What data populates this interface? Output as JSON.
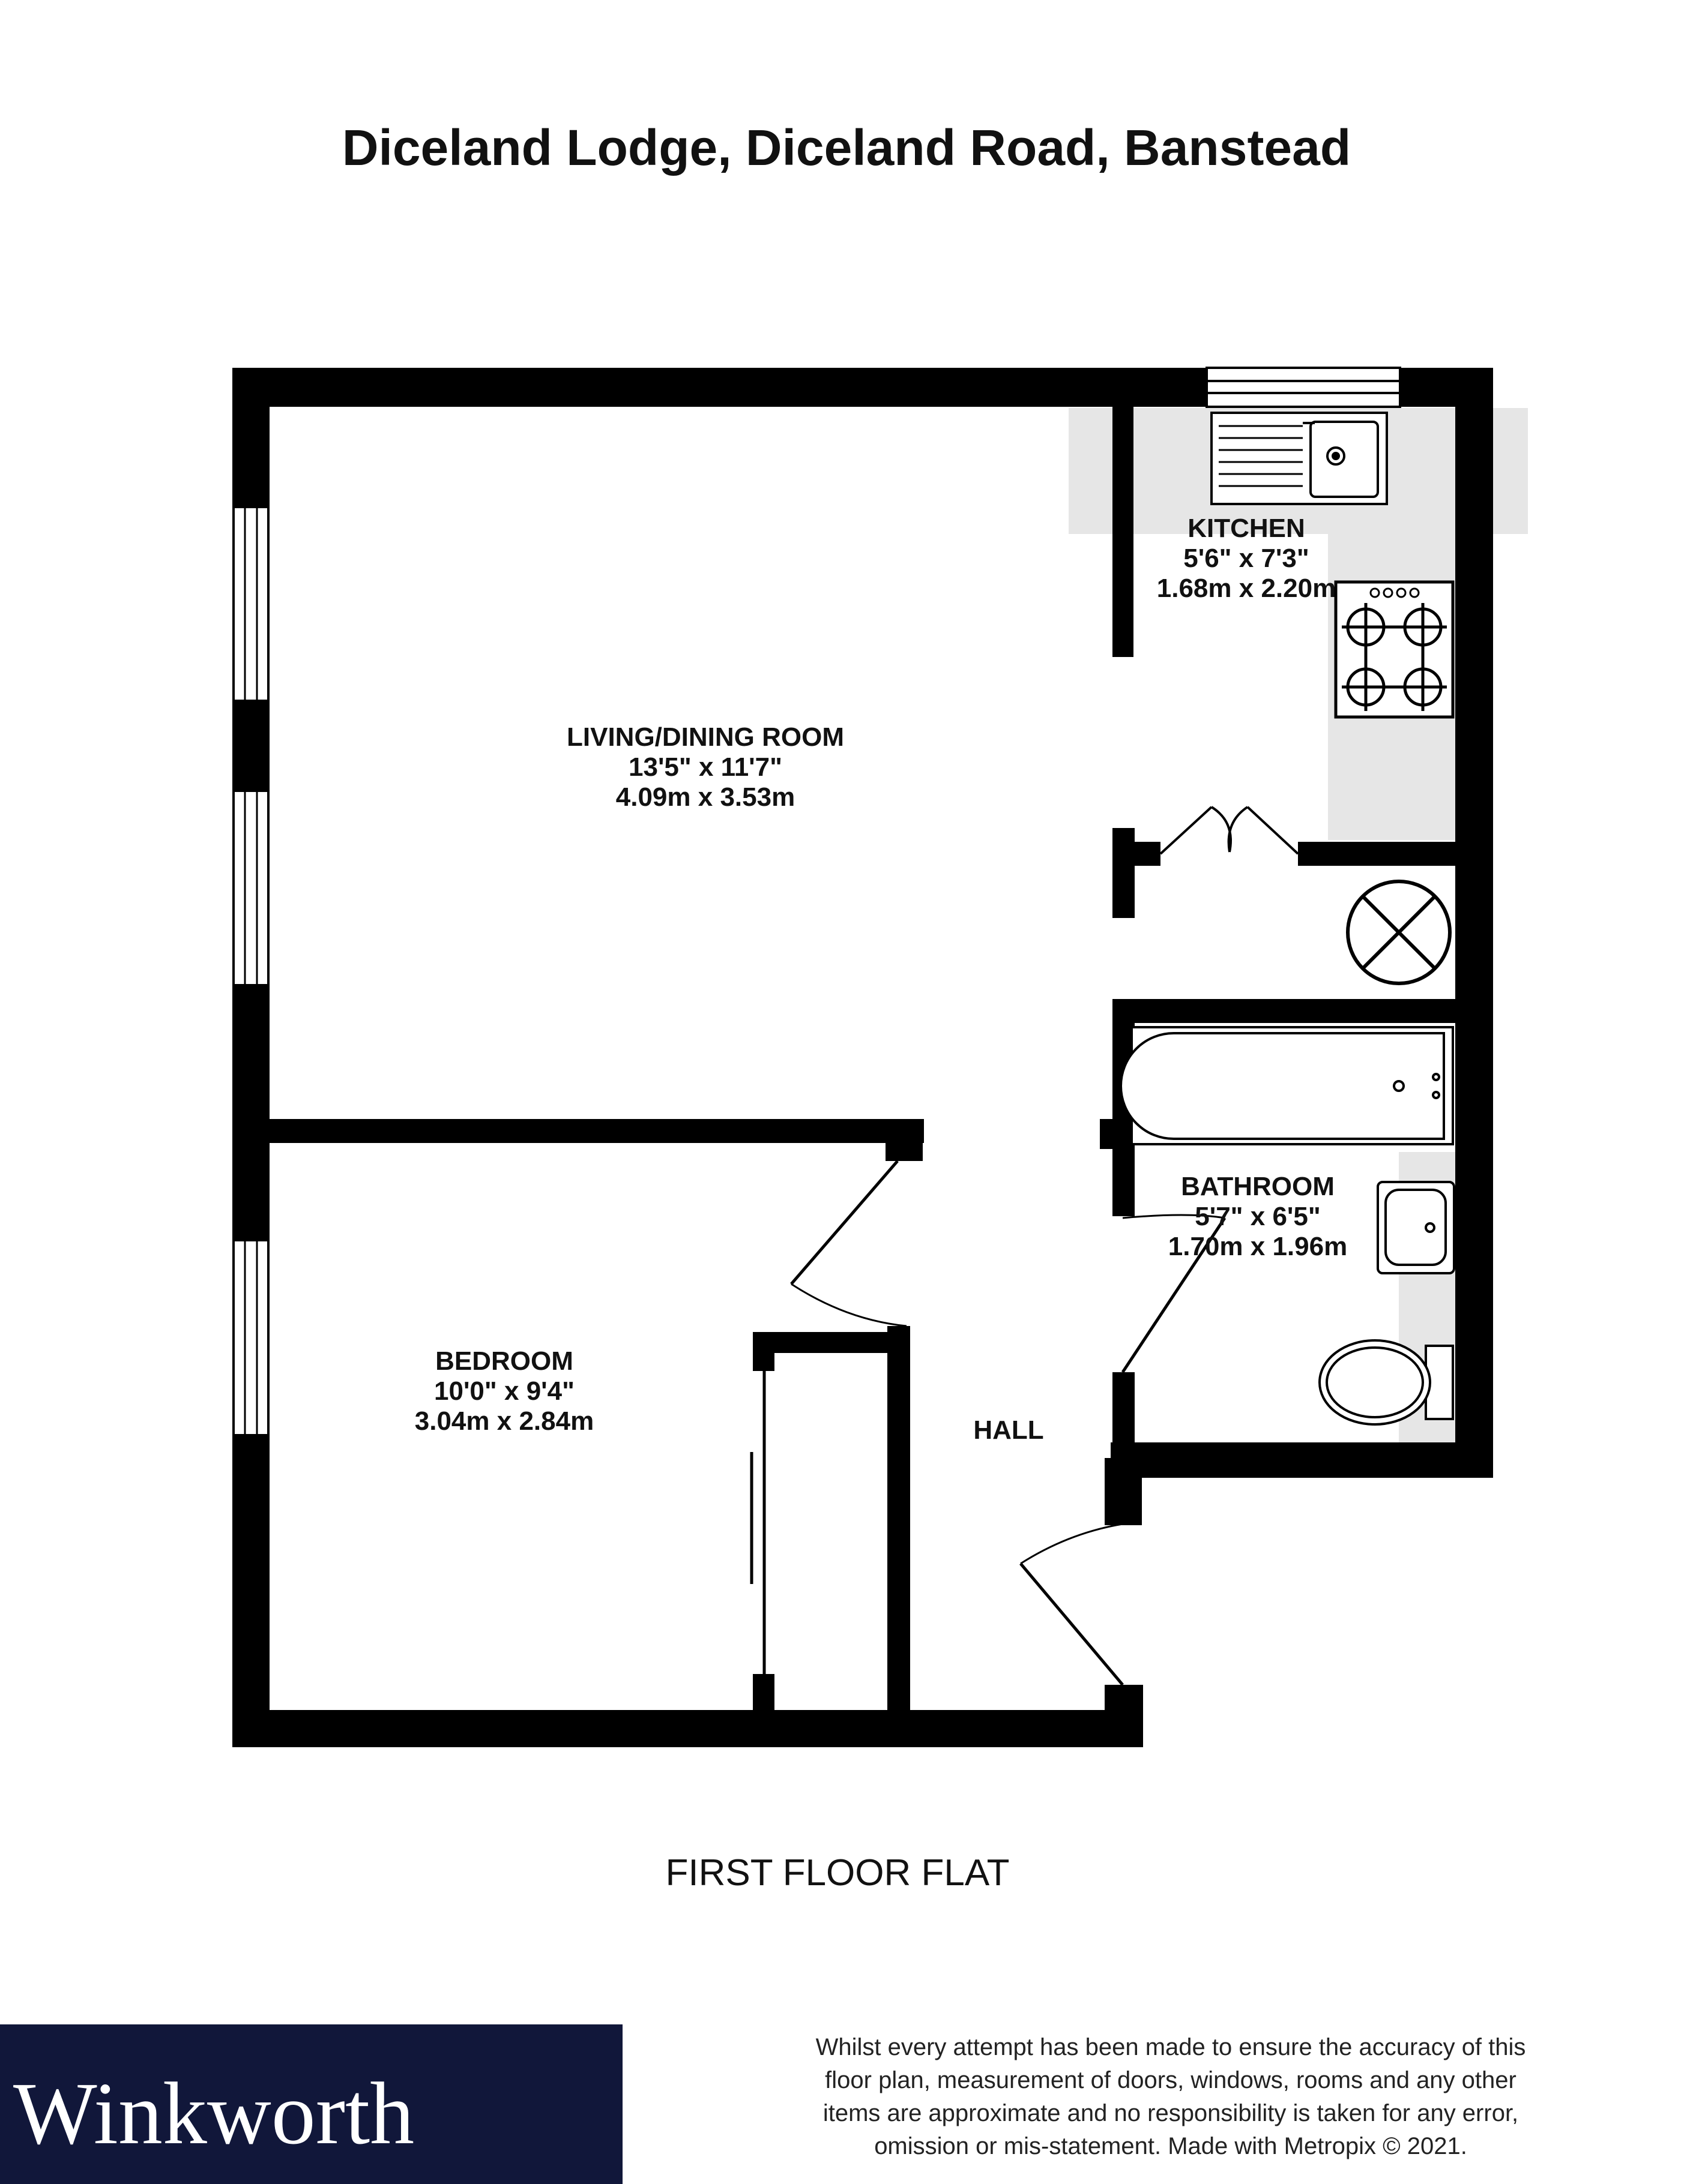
{
  "header": {
    "title": "Diceland Lodge, Diceland Road,  Banstead"
  },
  "rooms": {
    "kitchen": {
      "name": "KITCHEN",
      "imperial": "5'6\"  x 7'3\"",
      "metric": "1.68m  x 2.20m"
    },
    "living": {
      "name": "LIVING/DINING ROOM",
      "imperial": "13'5\"  x 11'7\"",
      "metric": "4.09m  x 3.53m"
    },
    "bathroom": {
      "name": "BATHROOM",
      "imperial": "5'7\"  x 6'5\"",
      "metric": "1.70m  x 1.96m"
    },
    "bedroom": {
      "name": "BEDROOM",
      "imperial": "10'0\"  x 9'4\"",
      "metric": "3.04m  x 2.84m"
    },
    "hall": {
      "name": "HALL"
    }
  },
  "floor_label": "FIRST FLOOR FLAT",
  "brand": {
    "name": "Winkworth",
    "color": "#11173a"
  },
  "disclaimer": {
    "lines": [
      "Whilst every attempt has been made to ensure the accuracy of this",
      "floor plan, measurement of doors, windows, rooms and any other",
      "items are approximate and no responsibility is taken for any error,",
      "omission or mis-statement. Made with Metropix © 2021."
    ]
  },
  "colors": {
    "wall": "#000000",
    "fixture_shading": "#e6e6e6"
  }
}
